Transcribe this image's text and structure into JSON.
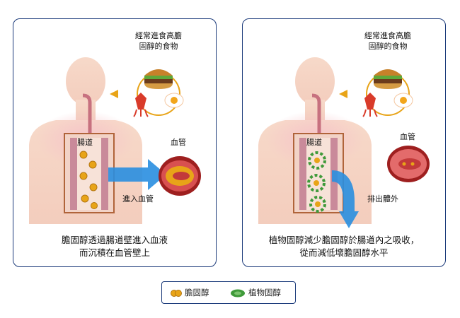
{
  "left_panel": {
    "diet_label_line1": "經常進食高膽",
    "diet_label_line2": "固醇的食物",
    "intestine_label": "腸道",
    "vessel_label": "血管",
    "arrow_label": "進入血管",
    "caption_line1": "膽固醇透過腸道壁進入血液",
    "caption_line2": "而沉積在血管壁上"
  },
  "right_panel": {
    "diet_label_line1": "經常進食高膽",
    "diet_label_line2": "固醇的食物",
    "intestine_label": "腸道",
    "vessel_label": "血管",
    "arrow_label": "排出體外",
    "caption_line1": "植物固醇減少膽固醇於腸道內之吸收，",
    "caption_line2": "從而減低壞膽固醇水平"
  },
  "legend": {
    "cholesterol_label": "膽固醇",
    "plant_sterol_label": "植物固醇"
  },
  "colors": {
    "border": "#1b3a7a",
    "arrow": "#2a8fe0",
    "cholesterol": "#e8a418",
    "plant_sterol": "#3f9a3a",
    "intestine": "#c98a9a",
    "vessel_red": "#9e1f1f"
  }
}
